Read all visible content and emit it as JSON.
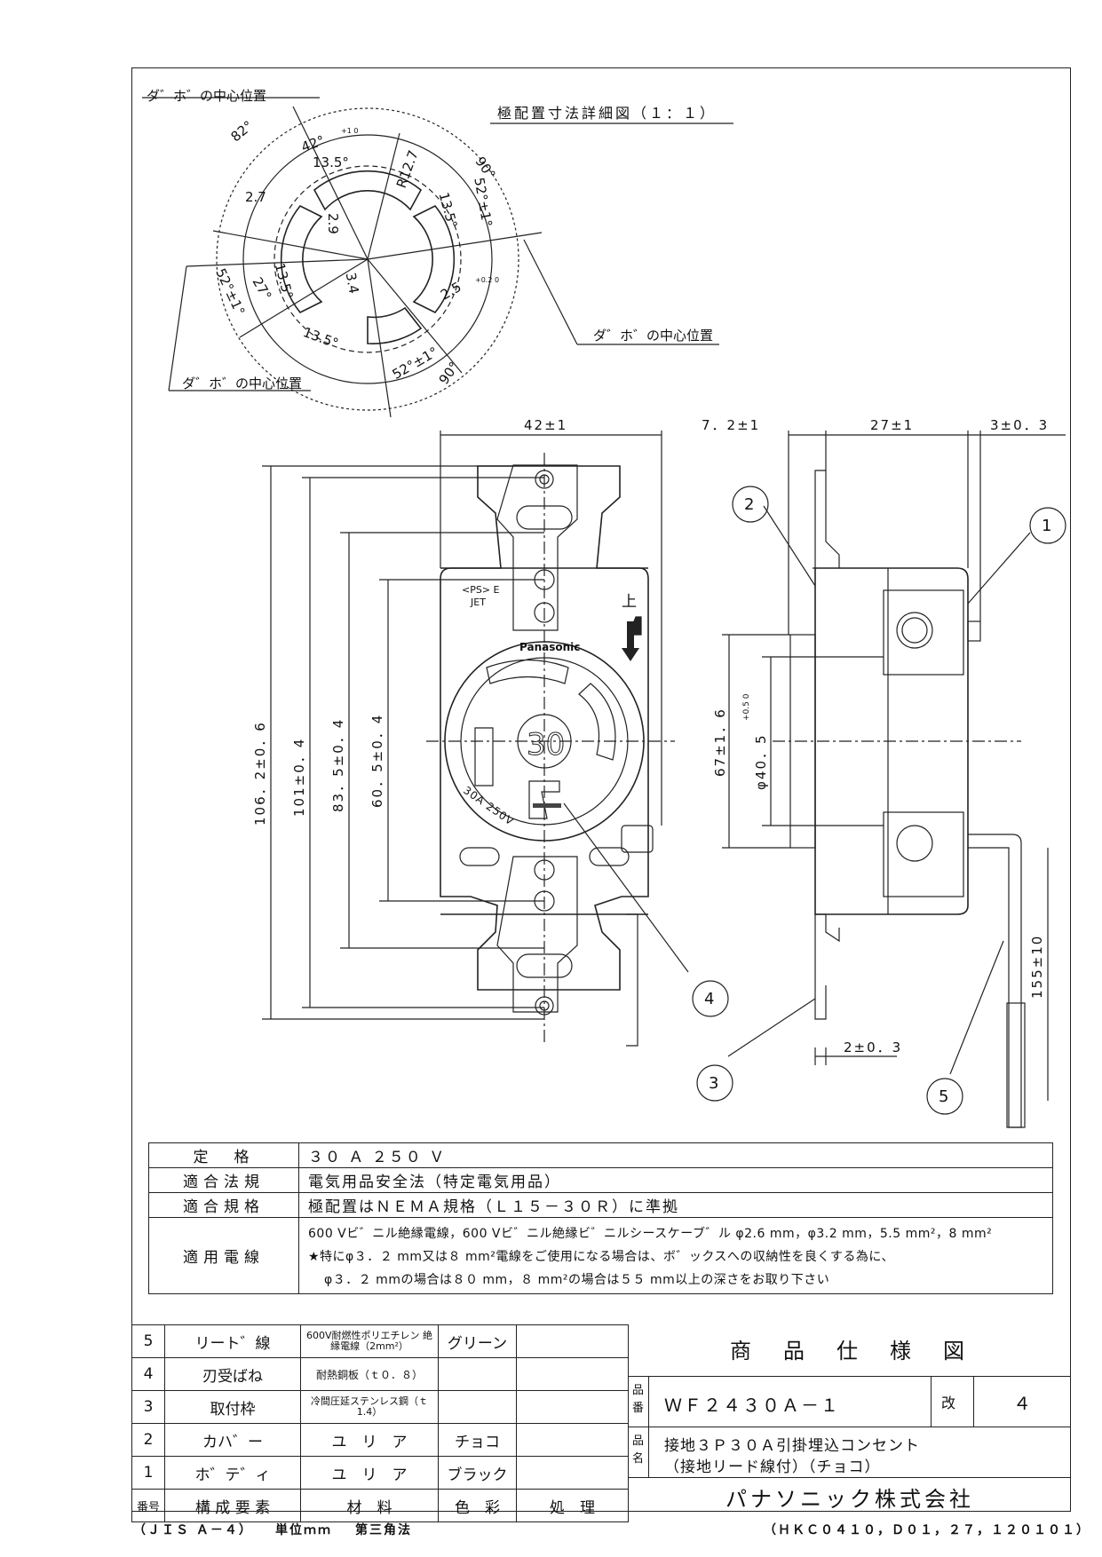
{
  "detail_view": {
    "title": "極配置寸法詳細図（１：１）",
    "dowel_label": "ダ゛ホ゛の中心位置",
    "dims": {
      "a82": "82°",
      "a42": "42°",
      "a42_tol": "+1 0",
      "a90_top": "90°",
      "a90_bottom": "90°",
      "a52_right": "52°±1°",
      "a52_left": "52°±1°",
      "a52_bottom": "52°±1°",
      "a27": "27°",
      "d13_5_top": "13.5°",
      "d13_5_right": "13.5°",
      "d13_5_left": "13.5°",
      "d13_5_bottom": "13.5°",
      "r12_7": "R12.7",
      "d2_7": "2.7",
      "d2_9": "2.9",
      "d3_4": "3.4",
      "d2_5": "2.5",
      "d2_5_tol": "+0.2 0"
    }
  },
  "front_view": {
    "w42": "42±1",
    "h106": "106．2±0．6",
    "h101": "101±0．4",
    "h83": "83．5±0．4",
    "h60": "60．5±0．4",
    "mark_ps": "<PS> E",
    "mark_jet": "JET",
    "brand": "Panasonic",
    "up": "上",
    "center": "30",
    "rating_print": "30A 250V"
  },
  "side_view": {
    "d7_2": "7．2±1",
    "d27": "27±1",
    "d3": "3±0．3",
    "h67": "67±1．6",
    "phi": "φ40．5",
    "phi_tol": "+0.5 0",
    "d2": "2±0．3",
    "lead": "155±10"
  },
  "callouts": [
    "1",
    "2",
    "3",
    "4",
    "5"
  ],
  "spec": {
    "rating_label": "定　格",
    "rating": "３０ Ａ ２５０ Ｖ",
    "law_label": "適合法規",
    "law": "電気用品安全法（特定電気用品）",
    "std_label": "適合規格",
    "std": "極配置はＮＥＭＡ規格（Ｌ１５－３０Ｒ）に準拠",
    "wire_label": "適用電線",
    "wire1": "600 Vビ゛ニル絶縁電線，600 Vビ゛ニル絶縁ビ゛ニルシースケーブ゛ル φ2.6 mm，φ3.2 mm，5.5 mm²，8 mm²",
    "wire2": "★特にφ３．２ mm又は８ mm²電線をご使用になる場合は、ボ゛ックスへの収納性を良くする為に、",
    "wire3": "φ３．２ mmの場合は８０ mm，８ mm²の場合は５５ mm以上の深さをお取り下さい"
  },
  "parts": {
    "header": [
      "番号",
      "構 成 要 素",
      "材　料",
      "色　彩",
      "処　理"
    ],
    "rows": [
      {
        "no": "5",
        "name": "リート゛線",
        "mat": "600V耐燃性ポリエチレン 絶縁電線（2mm²）",
        "color": "グリーン",
        "proc": ""
      },
      {
        "no": "4",
        "name": "刃受ばね",
        "mat": "耐熱銅板（ｔ０．８）",
        "color": "",
        "proc": ""
      },
      {
        "no": "3",
        "name": "取付枠",
        "mat": "冷間圧延ステンレス鋼（ｔ1.4）",
        "color": "",
        "proc": ""
      },
      {
        "no": "2",
        "name": "カハ゛ー",
        "mat": "ユ　リ　ア",
        "color": "チョコ",
        "proc": ""
      },
      {
        "no": "1",
        "name": "ホ゛テ゛ィ",
        "mat": "ユ　リ　ア",
        "color": "ブラック",
        "proc": ""
      }
    ]
  },
  "title_block": {
    "doc_title": "商　品　仕　様　図",
    "partno_label": "品番",
    "partno": "ＷＦ２４３０Ａ－１",
    "rev_label": "改",
    "rev": "４",
    "name_label": "品名",
    "name1": "接地３Ｐ３０Ａ引掛埋込コンセント",
    "name2": "（接地リード線付）（チョコ）",
    "company": "パナソニック株式会社"
  },
  "footer": {
    "jis": "（ＪＩＳ Ａ－４）",
    "unit": "単位ｍｍ",
    "angle": "第三角法",
    "code": "（ＨＫＣ０４１０，Ｄ０１，２７，１２０１０１）"
  }
}
